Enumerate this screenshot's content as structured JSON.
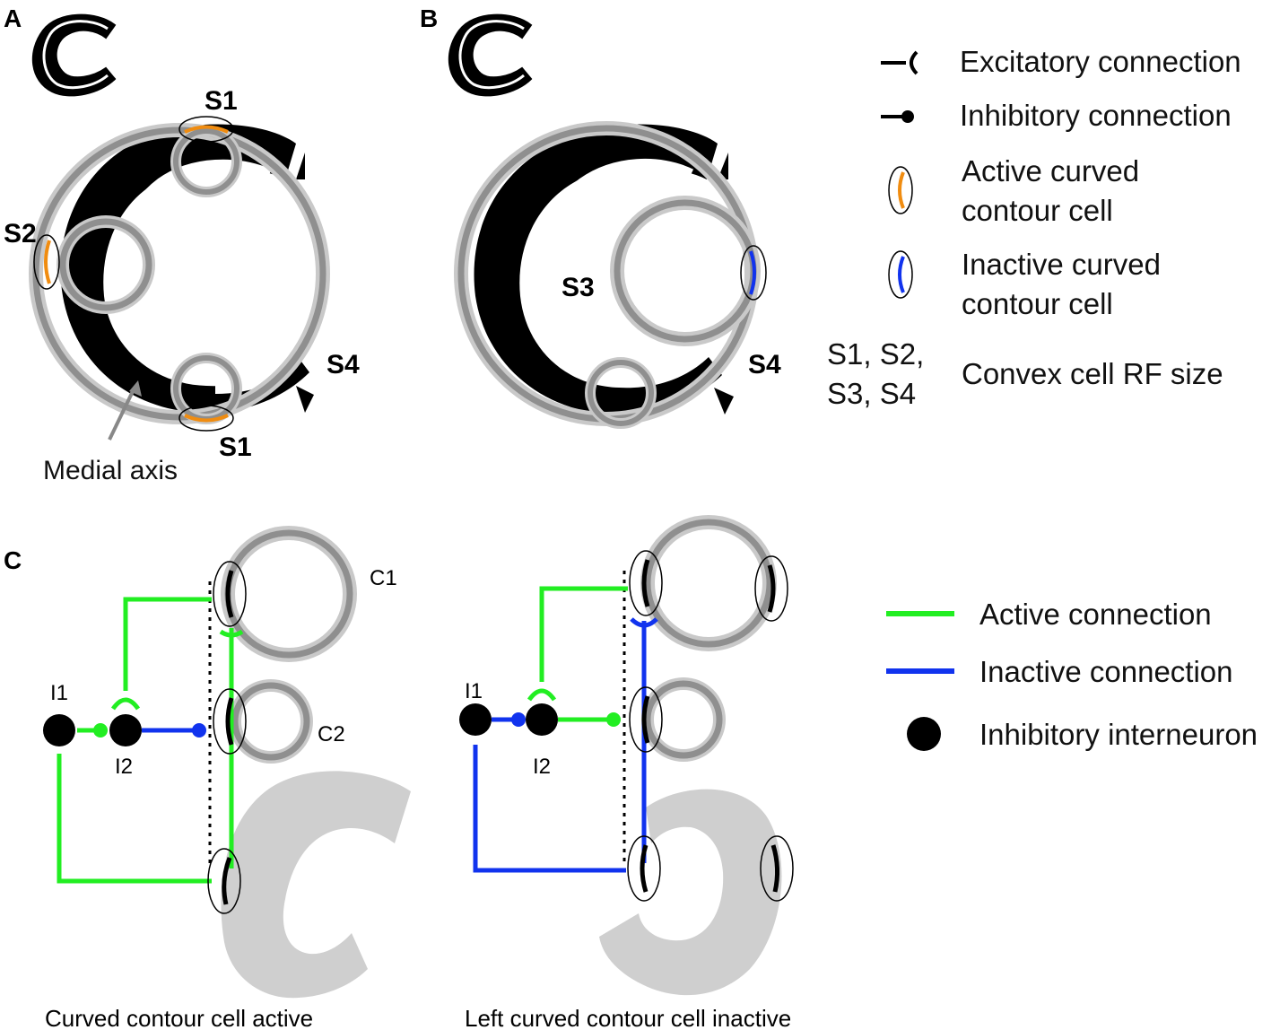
{
  "panels": {
    "a": "A",
    "b": "B",
    "c": "C"
  },
  "panel_a": {
    "s1_top": "S1",
    "s1_bottom": "S1",
    "s2": "S2",
    "s4": "S4",
    "medial_axis": "Medial axis"
  },
  "panel_b": {
    "s3": "S3",
    "s4": "S4"
  },
  "legend": {
    "excitatory": "Excitatory connection",
    "inhibitory": "Inhibitory connection",
    "active_cell_line1": "Active curved",
    "active_cell_line2": "contour cell",
    "inactive_cell_line1": "Inactive curved",
    "inactive_cell_line2": "contour cell",
    "rf_sizes_line1": "S1, S2,",
    "rf_sizes_line2": "S3, S4",
    "rf_size_label": "Convex cell RF size"
  },
  "panel_c": {
    "left": {
      "i1": "I1",
      "i2": "I2",
      "c1": "C1",
      "c2": "C2",
      "caption": "Curved contour cell active"
    },
    "right": {
      "i1": "I1",
      "i2": "I2",
      "caption": "Left curved contour cell inactive"
    }
  },
  "legend_c": {
    "active": "Active connection",
    "inactive": "Inactive connection",
    "interneuron": "Inhibitory interneuron"
  },
  "colors": {
    "active_connection": "#22ee22",
    "inactive_connection": "#1133ee",
    "active_cell": "#f08c10",
    "inactive_cell": "#1133ee",
    "ring_outer": "#c9c9c9",
    "ring_inner": "#8f8f8f",
    "c_shape_grey": "#cfcfcf"
  }
}
